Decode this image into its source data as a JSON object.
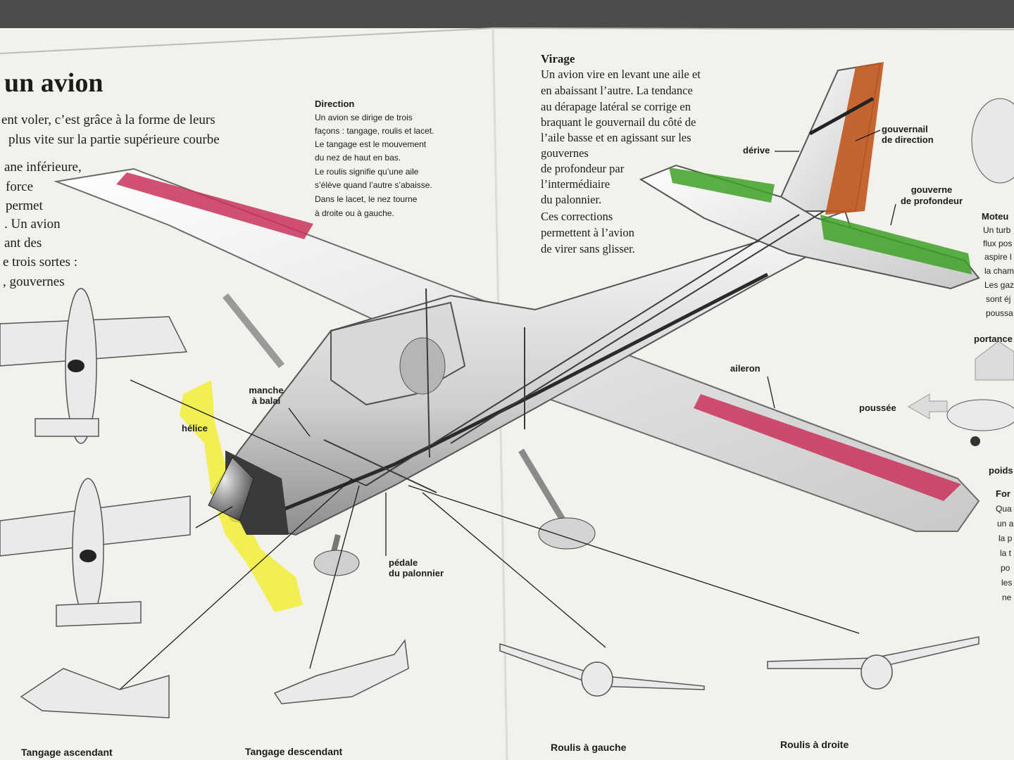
{
  "title": "un avion",
  "intro_lines": [
    "ent voler, c’est grâce à la forme de leurs",
    "plus vite sur la partie supérieure courbe",
    "ane inférieure,",
    "force",
    "permet",
    ". Un avion",
    "ant des",
    "e trois sortes :",
    ", gouvernes"
  ],
  "direction": {
    "heading": "Direction",
    "lines": [
      "Un avion se dirige de trois",
      "façons : tangage, roulis et lacet.",
      "Le tangage est le mouvement",
      "du nez de haut en bas.",
      "Le roulis signifie qu’une aile",
      "s’élève quand l’autre s’abaisse.",
      "Dans le lacet, le nez tourne",
      "à droite ou à gauche."
    ]
  },
  "virage": {
    "heading": "Virage",
    "lines": [
      "Un avion vire en levant une aile et",
      "en abaissant l’autre. La tendance",
      "au dérapage latéral se corrige en",
      "braquant le gouvernail du côté de",
      "l’aile basse et en agissant sur les",
      "gouvernes",
      "de profondeur par",
      "l’intermédiaire",
      "du palonnier.",
      "Ces corrections",
      "permettent à l’avion",
      "de virer sans glisser."
    ]
  },
  "labels": {
    "derive": "dérive",
    "gouvernail_1": "gouvernail",
    "gouvernail_2": "de direction",
    "profondeur_1": "gouverne",
    "profondeur_2": "de profondeur",
    "aileron": "aileron",
    "manche_1": "manche",
    "manche_2": "à balai",
    "helice": "hélice",
    "pedale_1": "pédale",
    "pedale_2": "du palonnier",
    "portance": "portance",
    "poussee": "poussée",
    "poids": "poids"
  },
  "right_edge": {
    "heading": "Moteu",
    "lines": [
      "Un turb",
      "flux pos",
      "aspire l",
      "la cham",
      "Les gaz",
      "sont éj",
      "poussa"
    ]
  },
  "right_edge_2": {
    "heading": "For",
    "lines": [
      "Qua",
      "un a",
      "la p",
      "la t",
      "po",
      "les",
      "ne"
    ]
  },
  "captions": {
    "tangage_asc": "Tangage ascendant",
    "tangage_desc": "Tangage descendant",
    "roulis_gauche": "Roulis à gauche",
    "roulis_droite": "Roulis à droite"
  },
  "colors": {
    "paper": "#f2f1ec",
    "aileron_highlight": "#c8325a",
    "rudder_highlight": "#c0561e",
    "elevator_highlight": "#3ea126",
    "propeller_highlight": "#f0ef2a",
    "ink": "#1b1b1b"
  }
}
